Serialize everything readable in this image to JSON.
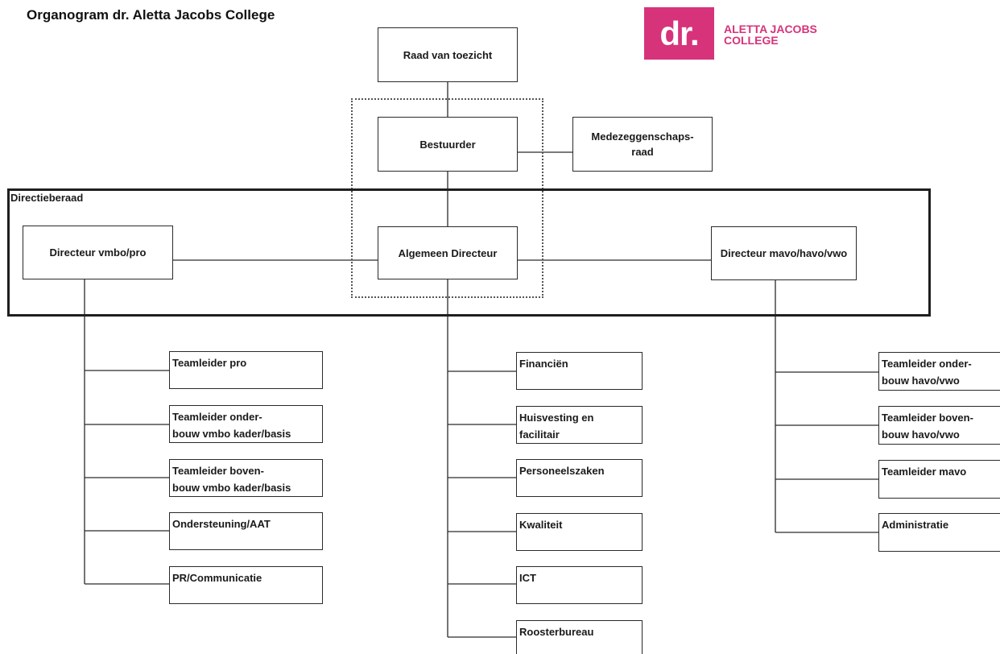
{
  "header": {
    "title": "Organogram dr. Aletta Jacobs College",
    "logo": {
      "mark": "dr.",
      "name_line1": "ALETTA JACOBS",
      "name_line2": "COLLEGE",
      "color": "#d6337a"
    }
  },
  "diagram": {
    "directieberaad_label": "Directieberaad",
    "nodes": {
      "raad": "Raad van toezicht",
      "bestuurder": "Bestuurder",
      "mr_line1": "Medezeggenschaps-",
      "mr_line2": "raad",
      "algemeen": "Algemeen Directeur",
      "dir_vmbo": "Directeur vmbo/pro",
      "dir_mavo": "Directeur mavo/havo/vwo"
    },
    "vmbo_units": [
      {
        "line1": "Teamleider pro",
        "line2": ""
      },
      {
        "line1": "Teamleider onder-",
        "line2": "bouw vmbo kader/basis"
      },
      {
        "line1": "Teamleider boven-",
        "line2": "bouw vmbo kader/basis"
      },
      {
        "line1": "Ondersteuning/AAT",
        "line2": ""
      },
      {
        "line1": "PR/Communicatie",
        "line2": ""
      }
    ],
    "central_units": [
      {
        "line1": "Financiën",
        "line2": ""
      },
      {
        "line1": "Huisvesting en",
        "line2": "facilitair"
      },
      {
        "line1": "Personeelszaken",
        "line2": ""
      },
      {
        "line1": "Kwaliteit",
        "line2": ""
      },
      {
        "line1": "ICT",
        "line2": ""
      },
      {
        "line1": "Roosterbureau",
        "line2": ""
      }
    ],
    "mavo_units": [
      {
        "line1": "Teamleider onder-",
        "line2": "bouw havo/vwo"
      },
      {
        "line1": "Teamleider boven-",
        "line2": "bouw havo/vwo"
      },
      {
        "line1": "Teamleider mavo",
        "line2": ""
      },
      {
        "line1": "Administratie",
        "line2": ""
      }
    ]
  }
}
